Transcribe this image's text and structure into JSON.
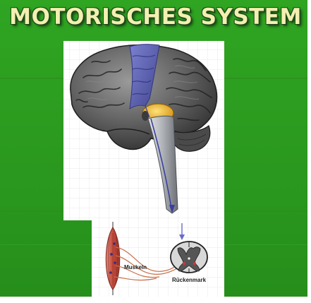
{
  "slide": {
    "title": "MOTORISCHES SYSTEM",
    "labels": {
      "muscle": "Muskeln",
      "spinal_cord": "Rückenmark"
    }
  },
  "colors": {
    "background_green": "#2e9a1f",
    "title_text": "#f2efb0",
    "motor_cortex": "#5a5fb8",
    "basal_ganglia": "#f0b020",
    "brainstem": "#b8bcc0",
    "muscle": "#c85a4a",
    "nerve": "#c8704a"
  },
  "icons": [
    "brain-illustration",
    "muscle-illustration",
    "spinal-cord-cross-section"
  ]
}
